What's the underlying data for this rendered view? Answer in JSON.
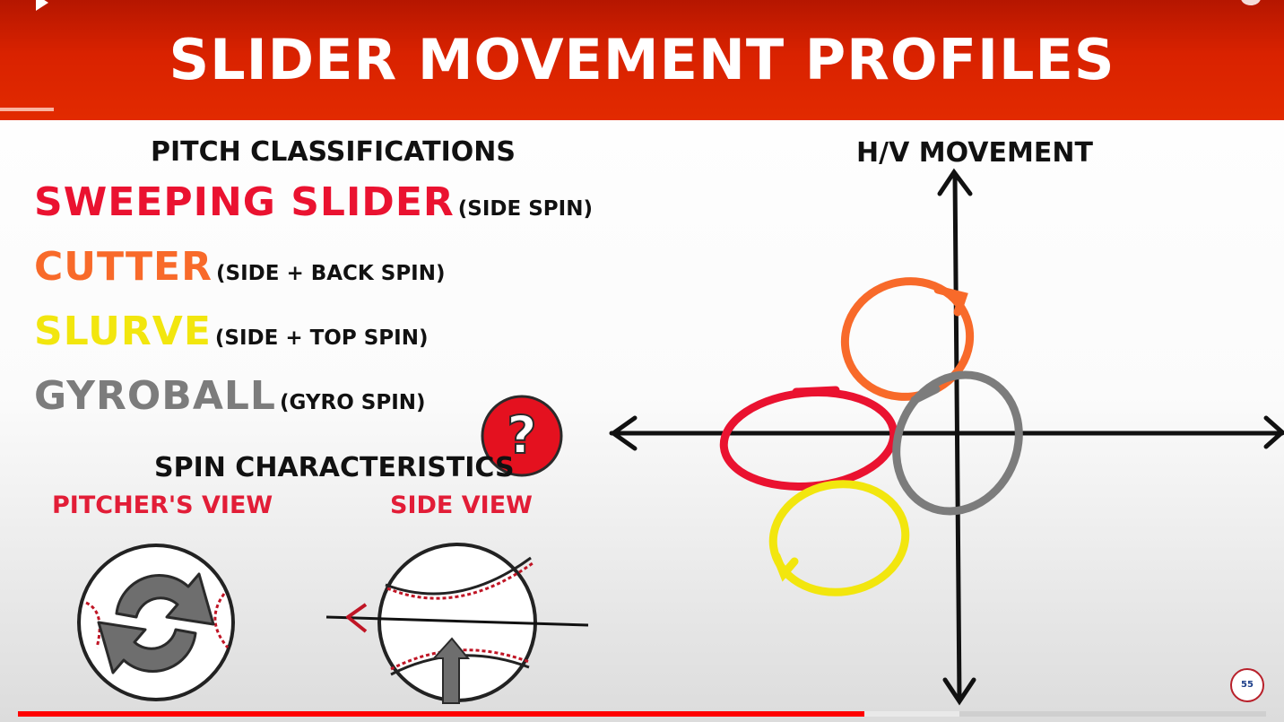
{
  "slide": {
    "title": "SLIDER MOVEMENT PROFILES"
  },
  "classifications": {
    "heading": "PITCH CLASSIFICATIONS",
    "pitches": [
      {
        "name": "SWEEPING SLIDER",
        "spin": "(SIDE SPIN)",
        "color": "#ea1230"
      },
      {
        "name": "CUTTER",
        "spin": "(SIDE + BACK SPIN)",
        "color": "#f86a2a"
      },
      {
        "name": "SLURVE",
        "spin": "(SIDE + TOP SPIN)",
        "color": "#f2e60e"
      },
      {
        "name": "GYROBALL",
        "spin": "(GYRO SPIN)",
        "color": "#7c7c7c"
      }
    ]
  },
  "spin": {
    "heading": "SPIN CHARACTERISTICS",
    "pitchers_view": "PITCHER'S VIEW",
    "side_view": "SIDE VIEW"
  },
  "question_badge": {
    "symbol": "?",
    "color": "#e4111f"
  },
  "chart": {
    "heading": "H/V MOVEMENT"
  },
  "video": {
    "progress_fraction": 0.678,
    "buffered_fraction": 0.754,
    "progress_color": "#ff0000"
  },
  "icons": [
    "play-icon",
    "question-icon",
    "rotation-arrows-icon",
    "direction-arrow-icon",
    "channel-logo-icon"
  ]
}
